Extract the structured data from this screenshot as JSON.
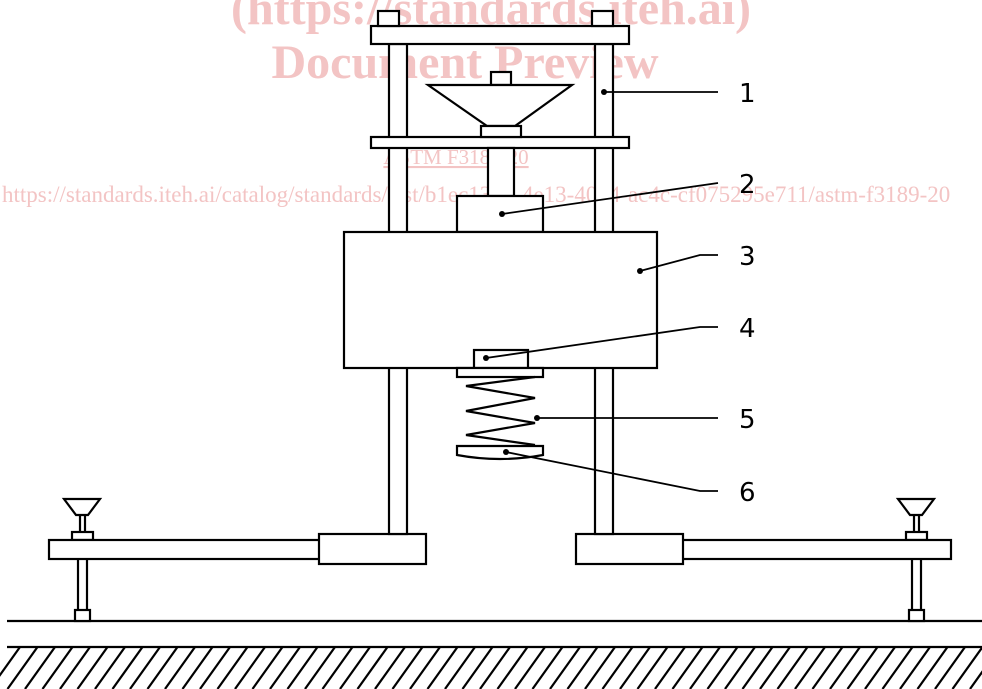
{
  "watermark": {
    "line1": "(https://standards.iteh.ai)",
    "line2": "Document Preview",
    "line3": "ASTM F3189-20",
    "line4": "https://standards.iteh.ai/catalog/standards/sist/b1ec13d2-4e13-4024-ac4c-cf075295e711/astm-f3189-20"
  },
  "callouts": [
    {
      "label": "1"
    },
    {
      "label": "2"
    },
    {
      "label": "3"
    },
    {
      "label": "4"
    },
    {
      "label": "5"
    },
    {
      "label": "6"
    }
  ]
}
